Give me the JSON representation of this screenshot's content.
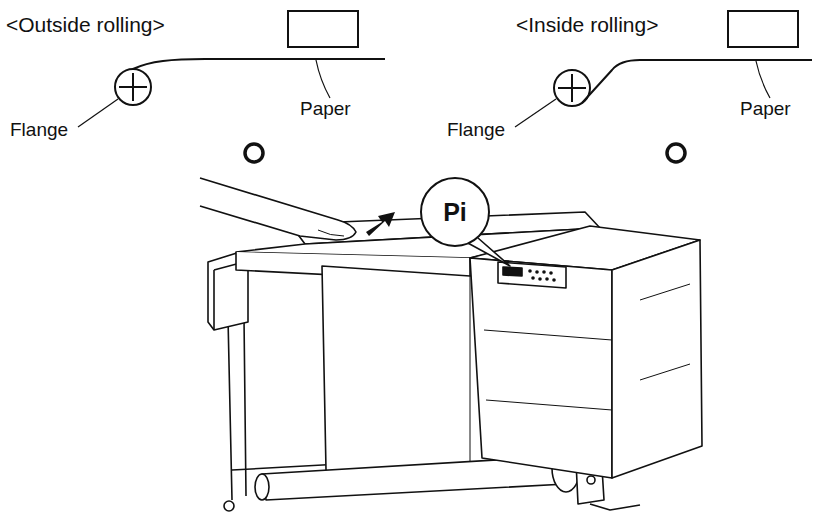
{
  "diagram": {
    "nodes": [
      {
        "text": [
          "Pi"
        ]
      }
    ],
    "labels": [
      "<Outside rolling>",
      "Flange",
      "Paper",
      "<Inside rolling>",
      "Flange",
      "Paper"
    ]
  }
}
